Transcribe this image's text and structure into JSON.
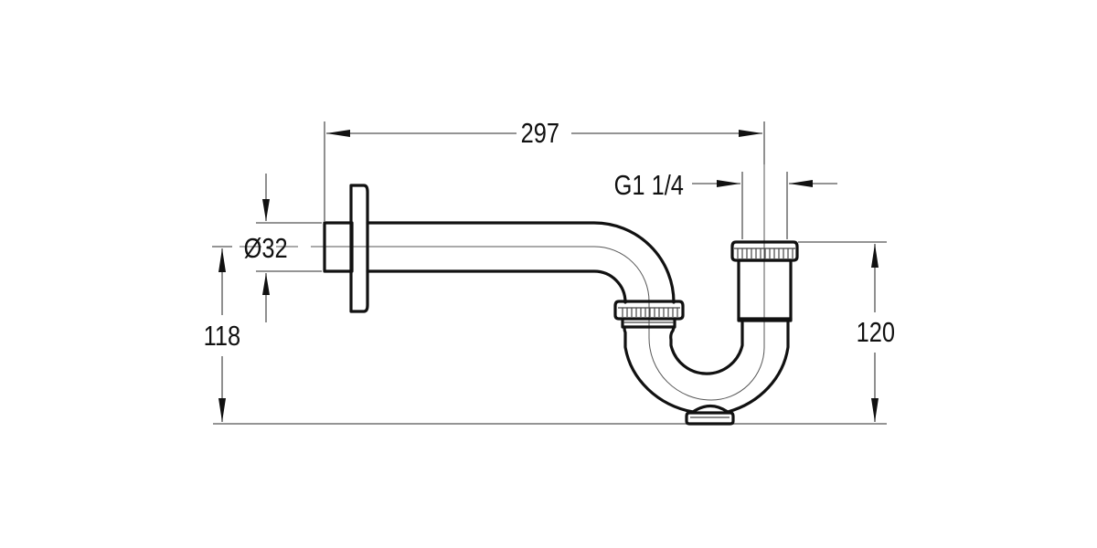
{
  "drawing": {
    "subject": "P-trap siphon with wall flange",
    "line_color": "#111111",
    "background": "#ffffff",
    "dimensions": {
      "overall_length": {
        "label": "297",
        "orientation": "horizontal"
      },
      "thread_size": {
        "label": "G1 1/4",
        "orientation": "horizontal"
      },
      "pipe_diameter": {
        "label": "Ø32",
        "orientation": "vertical"
      },
      "wall_outlet_height": {
        "label": "118",
        "orientation": "vertical"
      },
      "inlet_height": {
        "label": "120",
        "orientation": "vertical"
      }
    }
  }
}
